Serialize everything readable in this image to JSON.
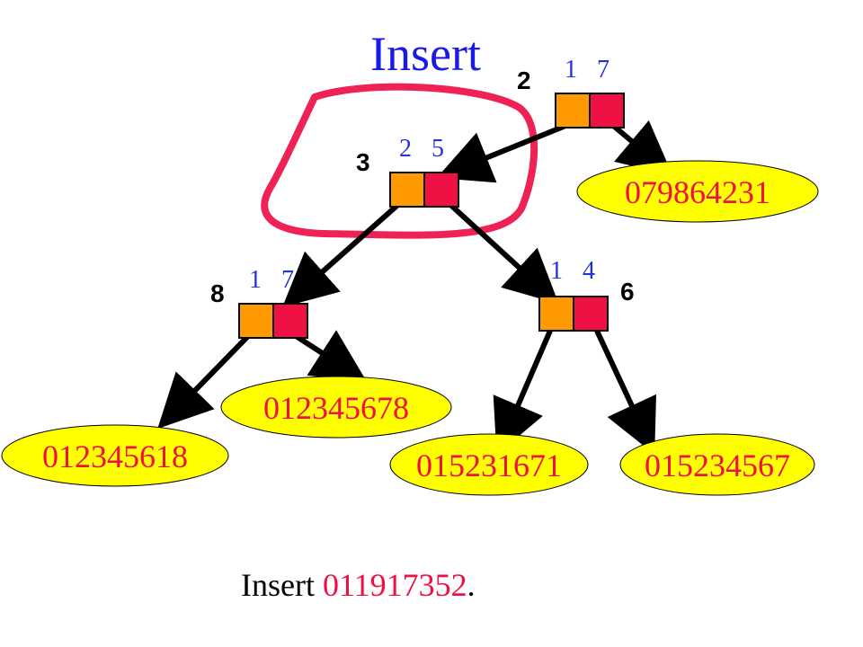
{
  "title": "Insert",
  "colors": {
    "title": "#1a1ae6",
    "pair": "#2233dd",
    "left_half": "#ff9900",
    "right_half": "#ee1144",
    "leaf_fill": "#ffff00",
    "leaf_text": "#ee1144",
    "highlight": "#ee2255",
    "caption_text": "#000000",
    "caption_key": "#ee1144"
  },
  "nodes": [
    {
      "id": "root",
      "index": "2",
      "digit_a": "1",
      "digit_b": "7"
    },
    {
      "id": "mid",
      "index": "3",
      "digit_a": "2",
      "digit_b": "5"
    },
    {
      "id": "left",
      "index": "8",
      "digit_a": "1",
      "digit_b": "7"
    },
    {
      "id": "right",
      "index": "6",
      "digit_a": "1",
      "digit_b": "4"
    }
  ],
  "leaves": [
    {
      "id": "leaf-a",
      "label": "079864231"
    },
    {
      "id": "leaf-b",
      "label": "012345678"
    },
    {
      "id": "leaf-c",
      "label": "012345618"
    },
    {
      "id": "leaf-d",
      "label": "015231671"
    },
    {
      "id": "leaf-e",
      "label": "015234567"
    }
  ],
  "caption": {
    "prefix": "Insert ",
    "key": "011917352",
    "suffix": "."
  }
}
